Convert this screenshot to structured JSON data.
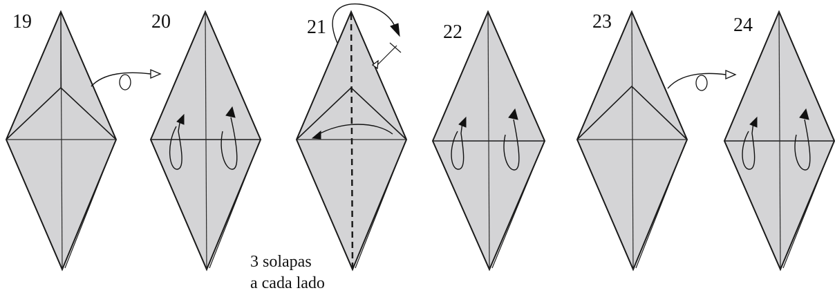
{
  "steps": [
    {
      "number": "19"
    },
    {
      "number": "20"
    },
    {
      "number": "21"
    },
    {
      "number": "22"
    },
    {
      "number": "23"
    },
    {
      "number": "24"
    }
  ],
  "note": {
    "line1": "3 solapas",
    "line2": "a cada lado"
  },
  "turn_over_symbol": "O",
  "colors": {
    "paper": "#d4d4d6",
    "line": "#1a1a1a"
  }
}
